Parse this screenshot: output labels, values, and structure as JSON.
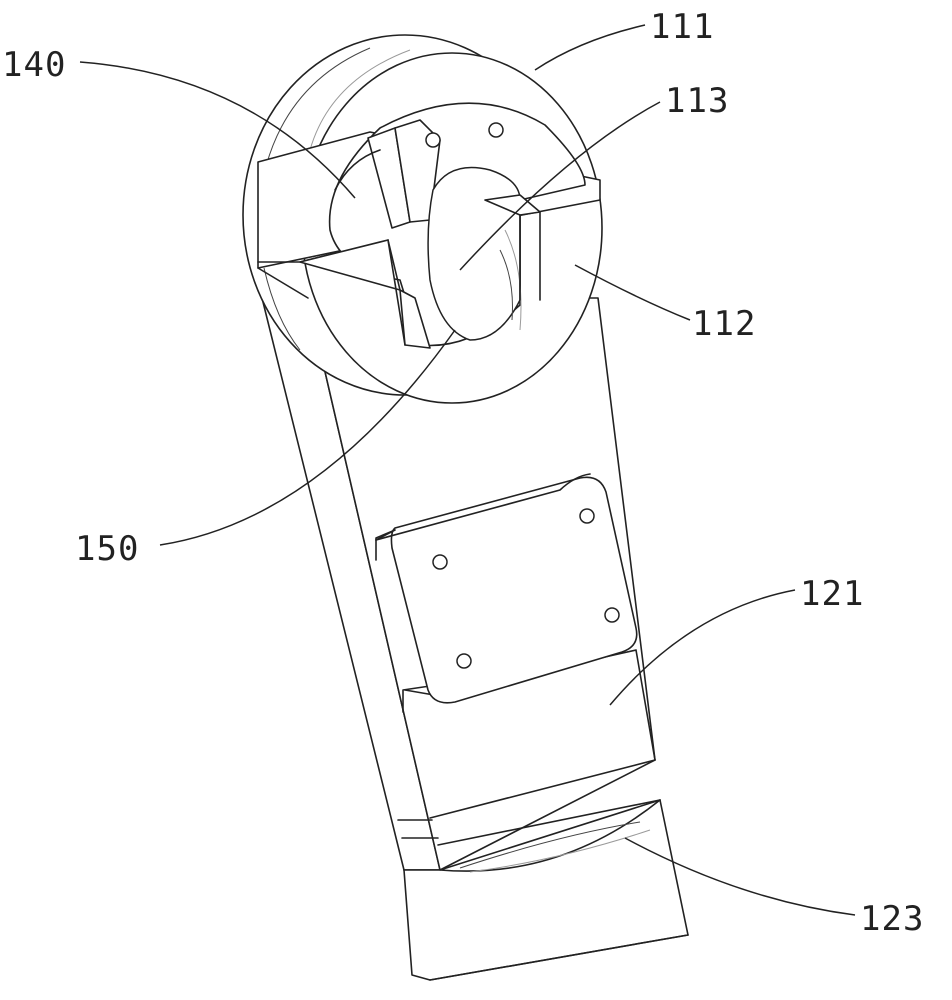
{
  "labels": {
    "l111": "111",
    "l113": "113",
    "l140": "140",
    "l112": "112",
    "l150": "150",
    "l121": "121",
    "l123": "123"
  }
}
